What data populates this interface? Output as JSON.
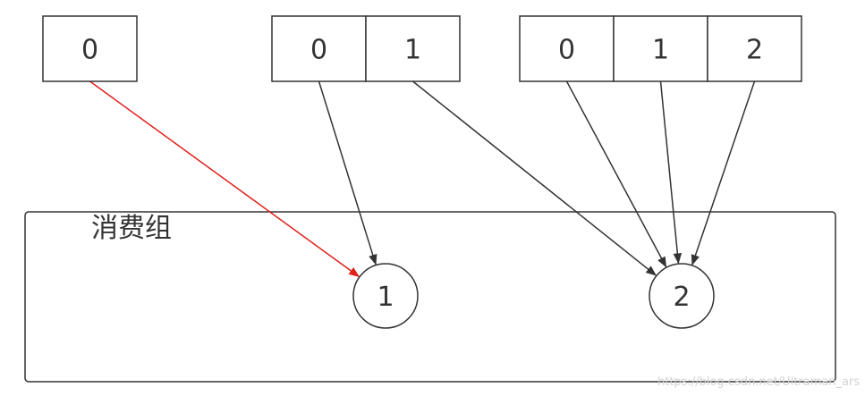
{
  "partition_groups": [
    {
      "cells": [
        "0"
      ]
    },
    {
      "cells": [
        "0",
        "1"
      ]
    },
    {
      "cells": [
        "0",
        "1",
        "2"
      ]
    }
  ],
  "consumer_group": {
    "title": "消费组",
    "consumers": [
      "1",
      "2"
    ]
  },
  "assignments": [
    {
      "from_group": 0,
      "from_cell": 0,
      "to_consumer": 0,
      "color": "#e0201c"
    },
    {
      "from_group": 1,
      "from_cell": 0,
      "to_consumer": 0,
      "color": "#333333"
    },
    {
      "from_group": 1,
      "from_cell": 1,
      "to_consumer": 1,
      "color": "#333333"
    },
    {
      "from_group": 2,
      "from_cell": 0,
      "to_consumer": 1,
      "color": "#333333"
    },
    {
      "from_group": 2,
      "from_cell": 1,
      "to_consumer": 1,
      "color": "#333333"
    },
    {
      "from_group": 2,
      "from_cell": 2,
      "to_consumer": 1,
      "color": "#333333"
    }
  ],
  "watermark": "https://blog.csdn.net/Ultraman_ars"
}
